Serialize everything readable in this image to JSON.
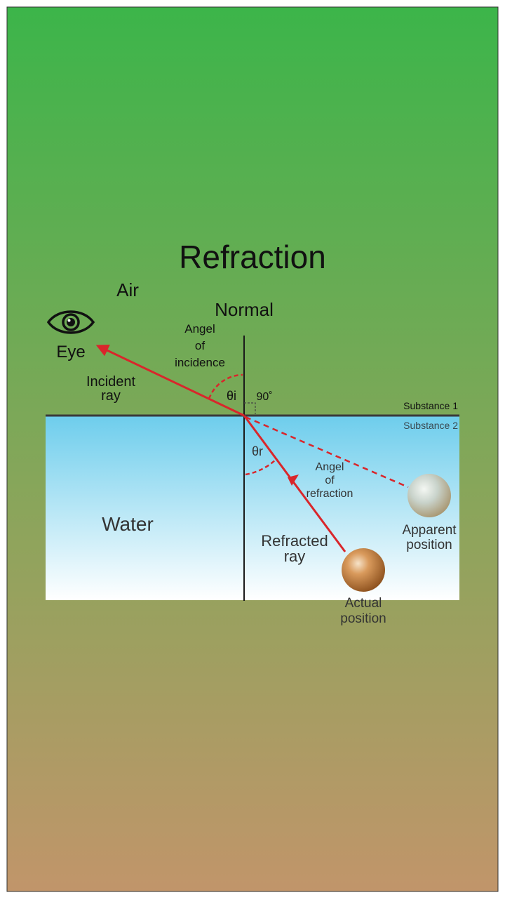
{
  "title": "Refraction",
  "labels": {
    "air": "Air",
    "normal": "Normal",
    "eye": "Eye",
    "angle_incidence_line1": "Angel",
    "angle_incidence_line2": "of",
    "angle_incidence_line3": "incidence",
    "theta_i": "θi",
    "right_angle": "90˚",
    "incident_ray_line1": "Incident",
    "incident_ray_line2": "ray",
    "substance1": "Substance 1",
    "substance2": "Substance 2",
    "theta_r": "θr",
    "angle_refraction_line1": "Angel",
    "angle_refraction_line2": "of",
    "angle_refraction_line3": "refraction",
    "water": "Water",
    "refracted_ray_line1": "Refracted",
    "refracted_ray_line2": "ray",
    "apparent_line1": "Apparent",
    "apparent_line2": "position",
    "actual_line1": "Actual",
    "actual_line2": "position"
  },
  "colors": {
    "background_top": "#3cb54a",
    "background_bottom": "#c1956a",
    "water_top": "#6dcdec",
    "water_bottom": "#ffffff",
    "ray": "#d9262b",
    "line": "#1a1a1a"
  },
  "icons": {
    "eye": "eye-icon",
    "apparent_object": "sphere-icon",
    "actual_object": "sphere-icon"
  }
}
